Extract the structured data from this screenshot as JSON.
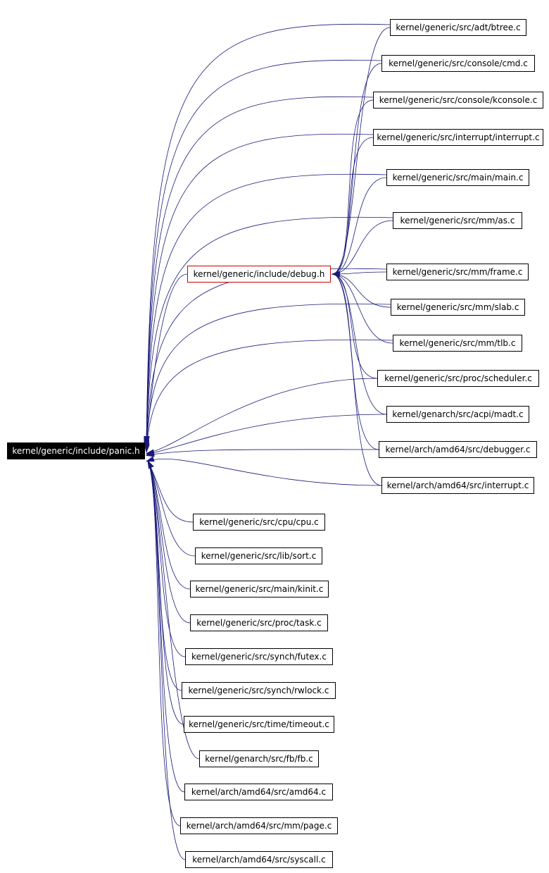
{
  "graph": {
    "root": "kernel/generic/include/panic.h",
    "intermediate": "kernel/generic/include/debug.h",
    "colors": {
      "edge": "#1a1a7a",
      "root_fill": "#000000",
      "highlight_border": "#cc0000"
    },
    "via_debug": [
      "kernel/generic/src/adt/btree.c",
      "kernel/generic/src/console/cmd.c",
      "kernel/generic/src/console/kconsole.c",
      "kernel/generic/src/interrupt/interrupt.c",
      "kernel/generic/src/main/main.c",
      "kernel/generic/src/mm/as.c",
      "kernel/generic/src/mm/frame.c",
      "kernel/generic/src/mm/slab.c",
      "kernel/generic/src/mm/tlb.c",
      "kernel/generic/src/proc/scheduler.c",
      "kernel/genarch/src/acpi/madt.c",
      "kernel/arch/amd64/src/debugger.c",
      "kernel/arch/amd64/src/interrupt.c"
    ],
    "direct_only": [
      "kernel/generic/src/cpu/cpu.c",
      "kernel/generic/src/lib/sort.c",
      "kernel/generic/src/main/kinit.c",
      "kernel/generic/src/proc/task.c",
      "kernel/generic/src/synch/futex.c",
      "kernel/generic/src/synch/rwlock.c",
      "kernel/generic/src/time/timeout.c",
      "kernel/genarch/src/fb/fb.c",
      "kernel/arch/amd64/src/amd64.c",
      "kernel/arch/amd64/src/mm/page.c",
      "kernel/arch/amd64/src/syscall.c"
    ]
  }
}
